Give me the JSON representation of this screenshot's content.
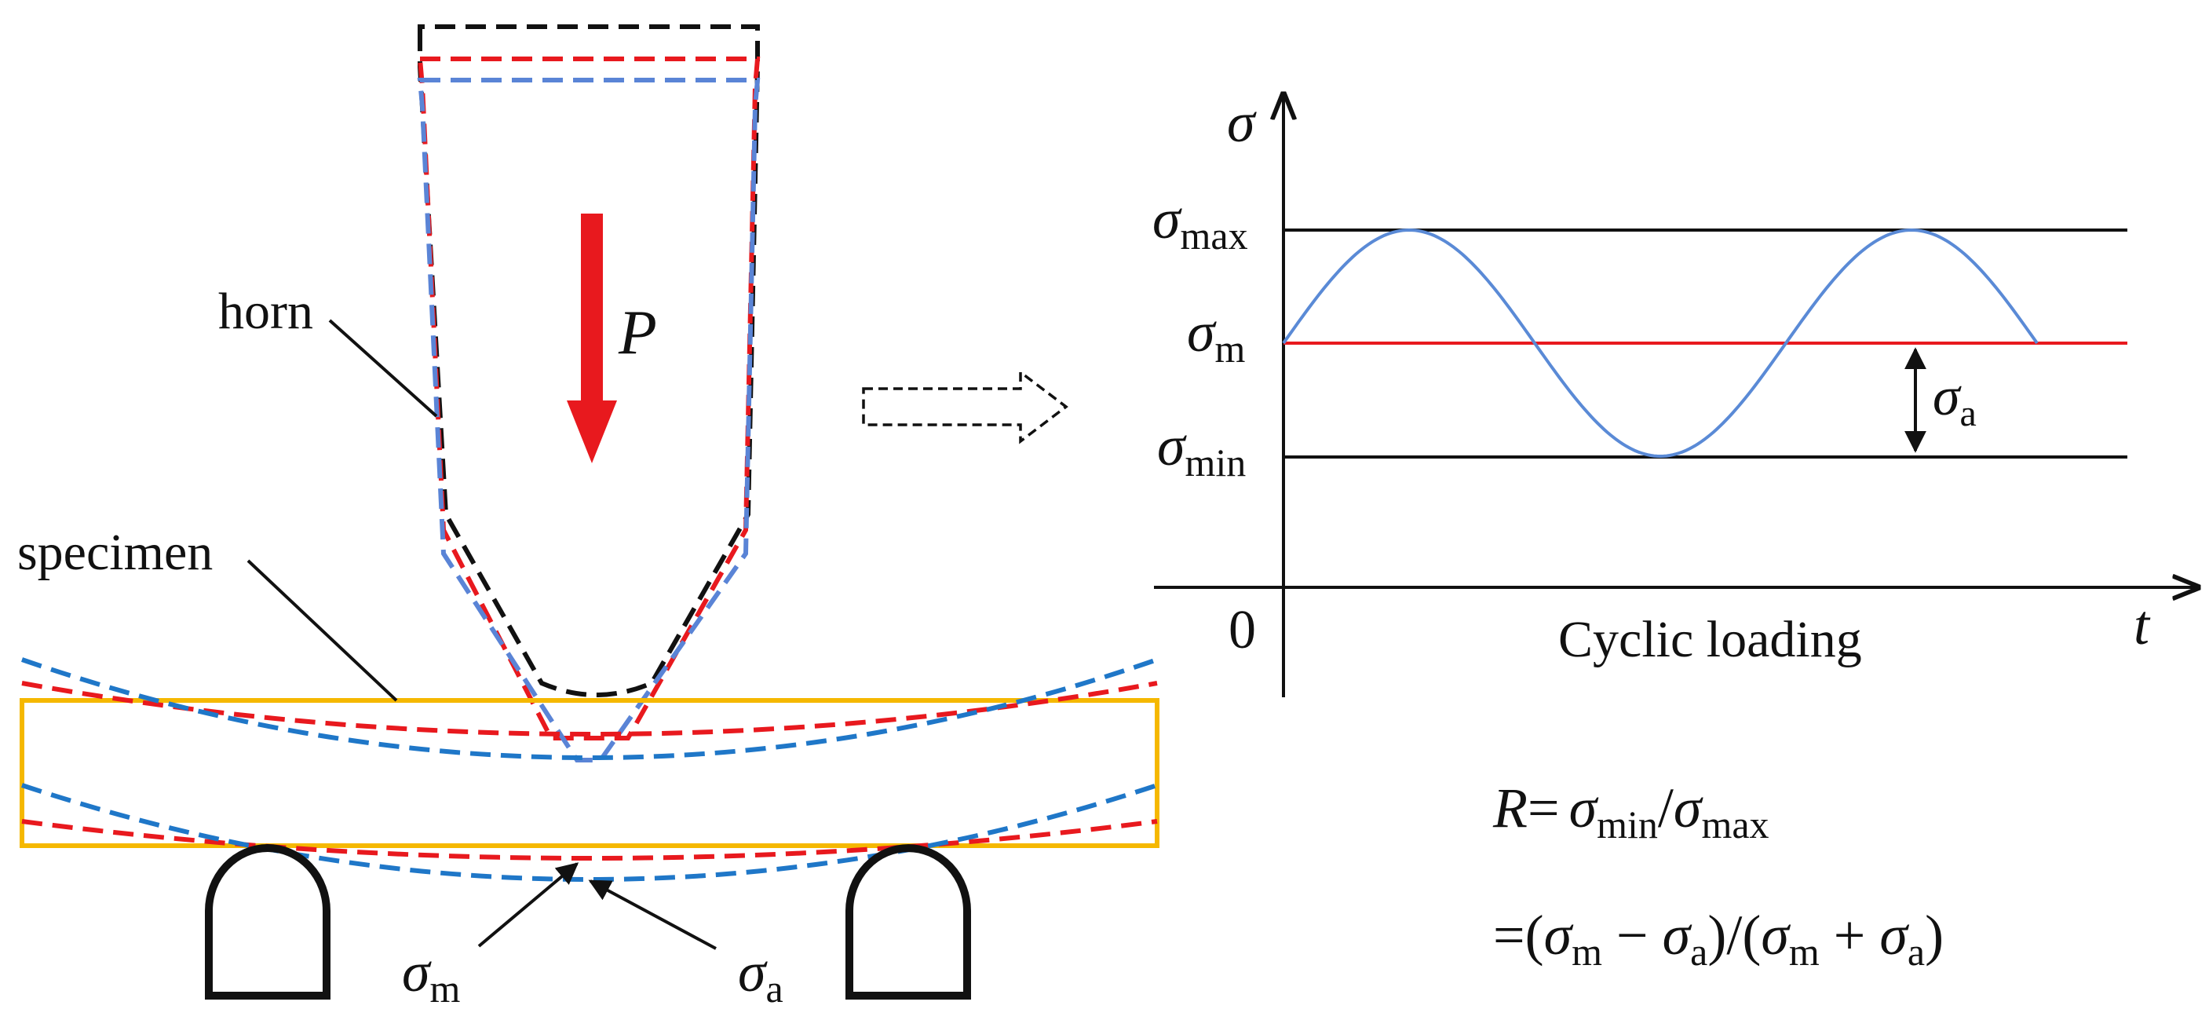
{
  "labels": {
    "horn": "horn",
    "specimen": "specimen",
    "force": "P",
    "sigma_m": "σ",
    "sigma_m_sub": "m",
    "sigma_a": "σ",
    "sigma_a_sub": "a"
  },
  "graph": {
    "y_axis_symbol": "σ",
    "x_axis_symbol": "t",
    "origin": "0",
    "caption": "Cyclic loading",
    "levels": [
      {
        "symbol": "σ",
        "sub": "max"
      },
      {
        "symbol": "σ",
        "sub": "m"
      },
      {
        "symbol": "σ",
        "sub": "min"
      }
    ],
    "amplitude_symbol": "σ",
    "amplitude_sub": "a"
  },
  "formula": {
    "line1": {
      "lhs": "R",
      "eq": "=",
      "num_sym": "σ",
      "num_sub": "min",
      "slash": "/",
      "den_sym": "σ",
      "den_sub": "max"
    },
    "line2": {
      "open1": "=(",
      "s1": "σ",
      "s1_sub": "m",
      "minus": " − ",
      "s2": "σ",
      "s2_sub": "a",
      "mid": ")/(",
      "s3": "σ",
      "s3_sub": "m",
      "plus": " + ",
      "s4": "σ",
      "s4_sub": "a",
      "close": ")"
    }
  },
  "colors": {
    "black": "#111111",
    "red": "#e8191e",
    "blue": "#1f77c8",
    "blue_light": "#5a84d6",
    "yellow": "#f5b800",
    "sine": "#5a8ad6"
  }
}
